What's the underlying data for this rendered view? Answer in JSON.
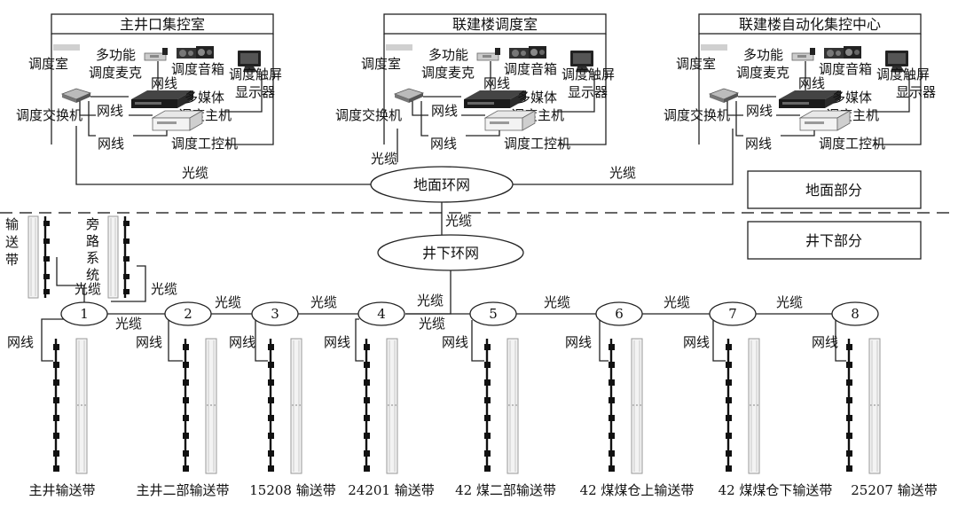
{
  "control_rooms": [
    {
      "title": "主井口集控室",
      "labels": {
        "dispatch_room": "调度室",
        "mic": [
          "多功能",
          "调度麦克"
        ],
        "speaker": "调度音箱",
        "touch": [
          "调度触屏",
          "显示器"
        ],
        "net1": "网线",
        "multimedia": [
          "多媒体",
          "调度主机"
        ],
        "switch": "调度交换机",
        "net2": "网线",
        "net3": "网线",
        "ipc": "调度工控机"
      }
    },
    {
      "title": "联建楼调度室",
      "labels": {
        "dispatch_room": "调度室",
        "mic": [
          "多功能",
          "调度麦克"
        ],
        "speaker": "调度音箱",
        "touch": [
          "调度触屏",
          "显示器"
        ],
        "net1": "网线",
        "multimedia": [
          "多媒体",
          "调度主机"
        ],
        "switch": "调度交换机",
        "net2": "网线",
        "net3": "网线",
        "ipc": "调度工控机"
      }
    },
    {
      "title": "联建楼自动化集控中心",
      "labels": {
        "dispatch_room": "调度室",
        "mic": [
          "多功能",
          "调度麦克"
        ],
        "speaker": "调度音箱",
        "touch": [
          "调度触屏",
          "显示器"
        ],
        "net1": "网线",
        "multimedia": [
          "多媒体",
          "调度主机"
        ],
        "switch": "调度交换机",
        "net2": "网线",
        "net3": "网线",
        "ipc": "调度工控机"
      }
    }
  ],
  "surface_ring": "地面环网",
  "underground_ring": "井下环网",
  "surface_part": "地面部分",
  "underground_part": "井下部分",
  "cable_fiber": "光缆",
  "cable_net": "网线",
  "bypass_label": [
    "输",
    "送",
    "带"
  ],
  "bypass_system_label": [
    "旁",
    "路",
    "系",
    "统"
  ],
  "nodes": [
    "1",
    "2",
    "3",
    "4",
    "5",
    "6",
    "7",
    "8"
  ],
  "conveyors": [
    "主井输送带",
    "主井二部输送带",
    "15208 输送带",
    "24201 输送带",
    "42 煤二部输送带",
    "42 煤煤仓上输送带",
    "42 煤煤仓下输送带",
    "25207 输送带"
  ]
}
